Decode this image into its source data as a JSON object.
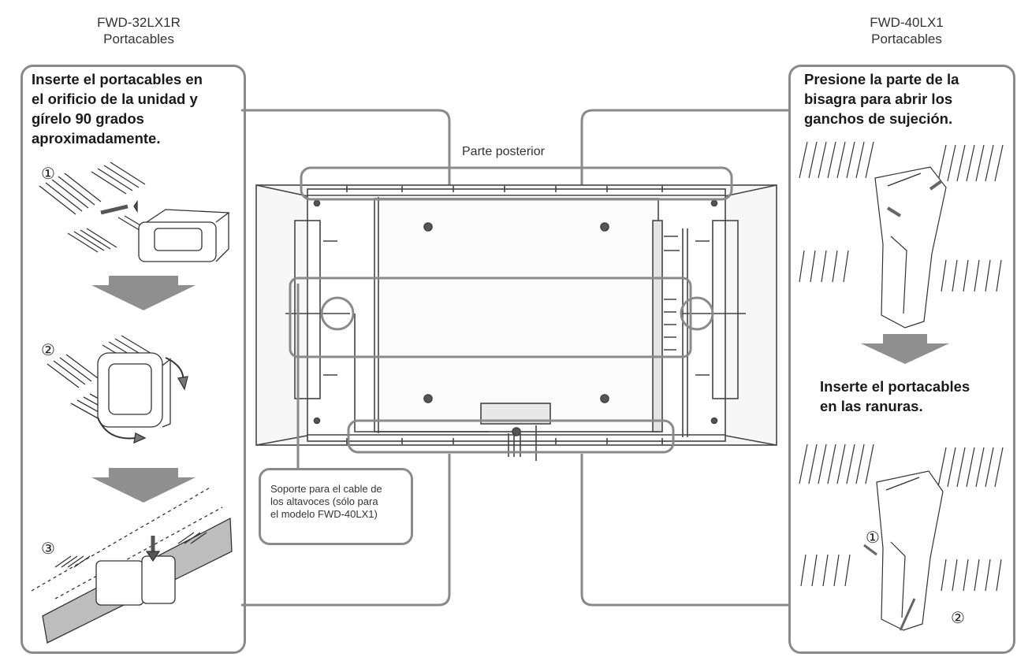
{
  "left": {
    "model": "FWD-32LX1R",
    "part": "Portacables",
    "instruction": [
      "Inserte el portacables en",
      "el orificio de la unidad y",
      "gírelo 90 grados",
      "aproximadamente."
    ],
    "steps": [
      "①",
      "②",
      "③"
    ]
  },
  "right": {
    "model": "FWD-40LX1",
    "part": "Portacables",
    "instruction1": [
      "Presione la parte de la",
      "bisagra para abrir los",
      "ganchos de sujeción."
    ],
    "instruction2": [
      "Inserte el portacables",
      "en las ranuras."
    ],
    "steps": [
      "①",
      "②"
    ]
  },
  "center": {
    "rear_label": "Parte posterior",
    "note": [
      "Soporte para el cable de",
      "los altavoces (sólo para",
      "el modelo FWD-40LX1)"
    ]
  }
}
